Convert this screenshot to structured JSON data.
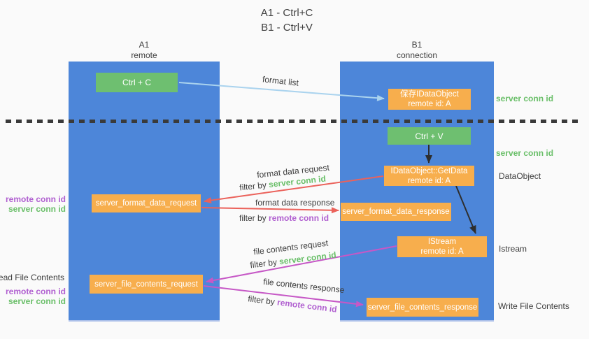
{
  "title": {
    "line1": "A1 - Ctrl+C",
    "line2": "B1 - Ctrl+V"
  },
  "lanes": {
    "left": {
      "title": "A1",
      "subtitle": "remote"
    },
    "right": {
      "title": "B1",
      "subtitle": "connection"
    }
  },
  "nodes": {
    "ctrl_c": {
      "label": "Ctrl + C"
    },
    "ctrl_v": {
      "label": "Ctrl + V"
    },
    "save_dataobject": {
      "line1": "保存IDataObject",
      "line2": "remote id: A"
    },
    "getdata": {
      "line1": "IDataObject::GetData",
      "line2": "remote id: A"
    },
    "format_request": {
      "label": "server_format_data_request"
    },
    "format_response": {
      "label": "server_format_data_response"
    },
    "istream": {
      "line1": "IStream",
      "line2": "remote id: A"
    },
    "file_request": {
      "label": "server_file_contents_request"
    },
    "file_response": {
      "label": "server_file_contents_response"
    }
  },
  "edge_labels": {
    "format_list": "format list",
    "format_data_request": "format data request",
    "format_data_response": "format data response",
    "file_contents_request": "file contents request",
    "file_contents_response": "file contents response",
    "filter_by": "filter by",
    "server_conn_id": "server conn id",
    "remote_conn_id": "remote conn id"
  },
  "side_labels": {
    "server_conn_id": "server conn id",
    "remote_conn_id": "remote conn id",
    "dataobject": "DataObject",
    "istream": "Istream",
    "read_file_contents": "Read File Contents",
    "write_file_contents": "Write File Contents"
  },
  "colors": {
    "lane_blue": "#4d86d9",
    "node_orange": "#f7ae4d",
    "node_green": "#6ebf70",
    "arrow_red": "#eb625b",
    "arrow_magenta": "#c658c6",
    "arrow_light_blue": "#aad3ee",
    "arrow_black": "#2e2e2e",
    "text_green": "#6abf69",
    "text_purple": "#b05fd0",
    "text_dark": "#3d3d3d",
    "background": "#fafafa"
  }
}
